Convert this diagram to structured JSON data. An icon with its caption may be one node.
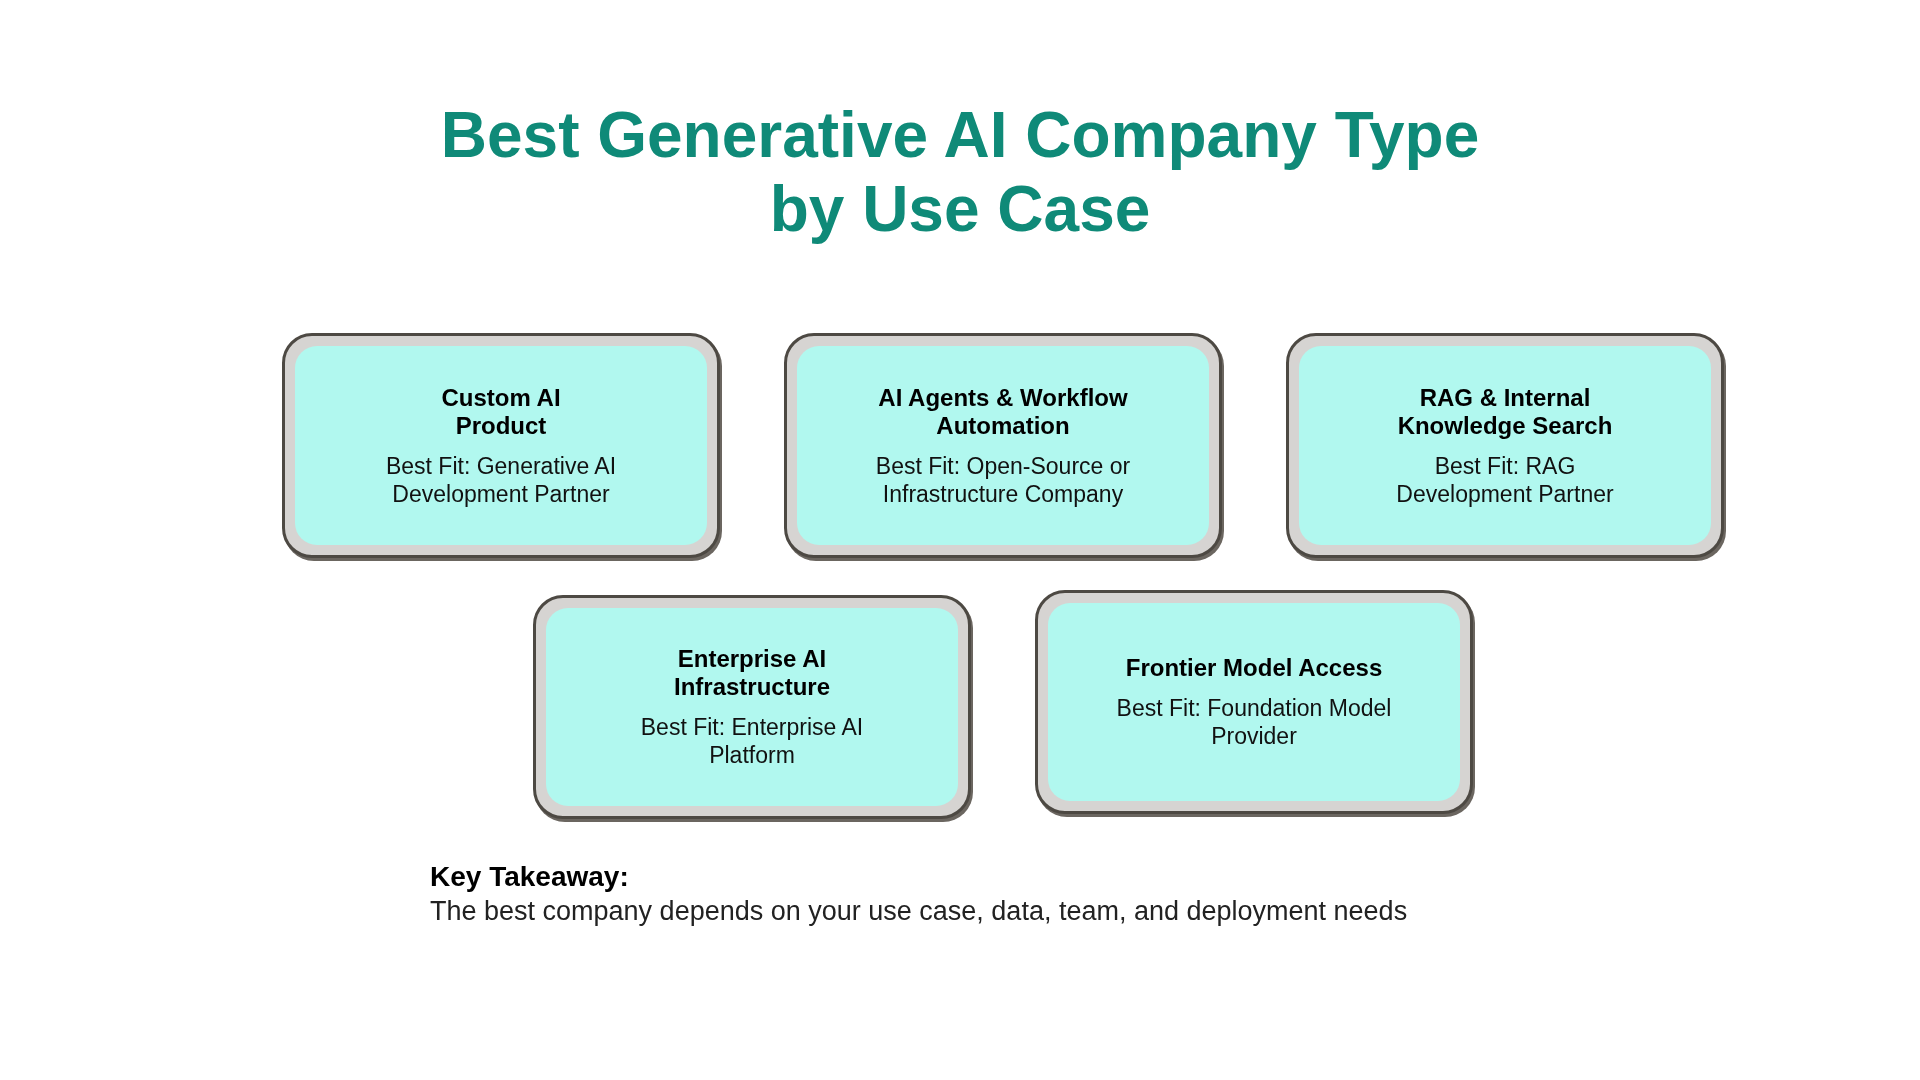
{
  "diagram": {
    "title": "Best Generative AI Company Type by Use Case",
    "nodes": [
      {
        "text": [
          "Custom AI Product",
          "Best Fit: Generative AI Development Partner"
        ]
      },
      {
        "text": [
          "AI Agents & Workflow Automation",
          "Best Fit: Open-Source or Infrastructure Company"
        ]
      },
      {
        "text": [
          "RAG & Internal Knowledge Search",
          "Best Fit: RAG Development Partner"
        ]
      },
      {
        "text": [
          "Enterprise AI Infrastructure",
          "Best Fit: Enterprise AI Platform"
        ]
      },
      {
        "text": [
          "Frontier Model Access",
          "Best Fit: Foundation Model Provider"
        ]
      }
    ],
    "labels": [
      "Key Takeaway:",
      "The best company depends on your use case, data, team, and deployment needs"
    ]
  }
}
